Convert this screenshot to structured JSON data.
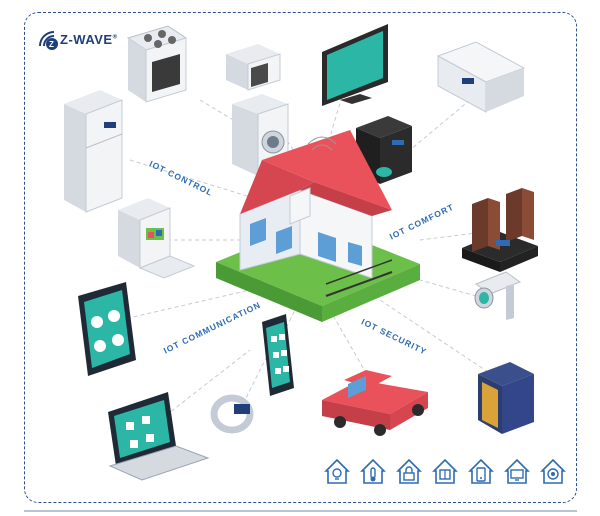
{
  "brand": {
    "name": "Z-WAVE",
    "mark": "®"
  },
  "labels": {
    "control": "IOT CONTROL",
    "comfort": "IOT COMFORT",
    "communication": "IOT COMMUNICATION",
    "security": "IOT SECURITY"
  },
  "icons": [
    "lightbulb-house-icon",
    "thermometer-house-icon",
    "padlock-house-icon",
    "window-house-icon",
    "smartphone-house-icon",
    "tv-house-icon",
    "camera-house-icon"
  ],
  "colors": {
    "frame": "#2c4f8f",
    "label": "#2d6bb4",
    "roof": "#e9525a",
    "lawn": "#6cc04a",
    "screen": "#2bb6a6",
    "icon_stroke": "#2d6bb4"
  }
}
